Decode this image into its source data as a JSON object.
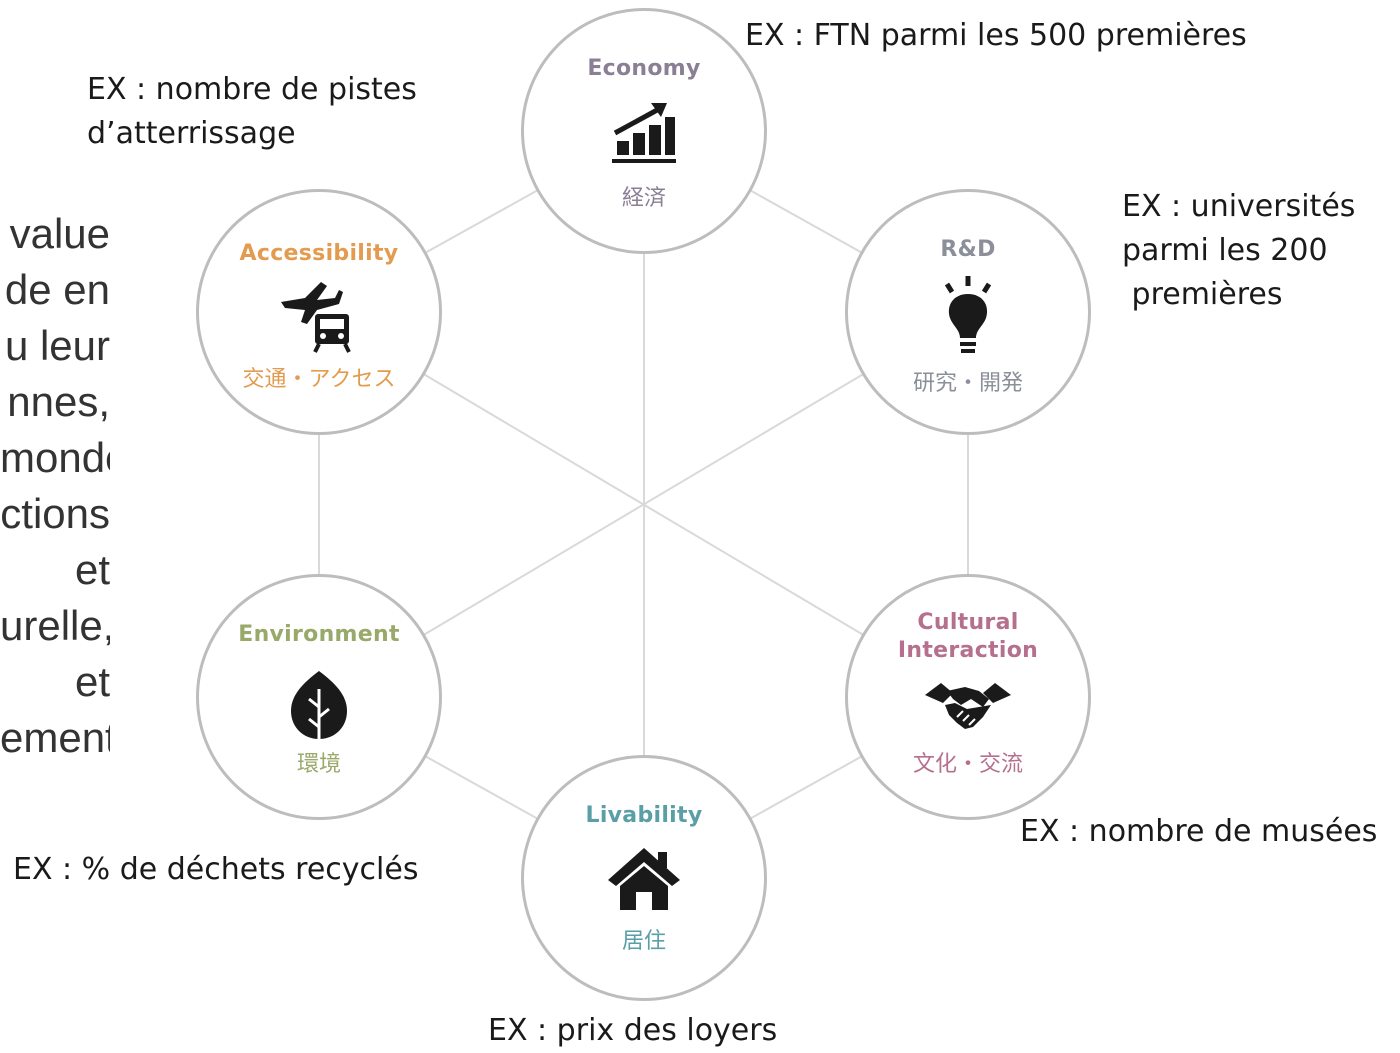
{
  "left_paragraph": {
    "lines": [
      "value",
      "de en",
      "u leur",
      "nnes,",
      "monde",
      "ctions",
      "et",
      "urelle,",
      "et",
      "ement"
    ]
  },
  "nodes": {
    "economy": {
      "title": "Economy",
      "subtitle": "経済",
      "icon": "economy-chart-icon",
      "color": "#8a7f94"
    },
    "rnd": {
      "title": "R&D",
      "subtitle": "研究・開発",
      "icon": "lightbulb-icon",
      "color": "#8a8f9a"
    },
    "cultural": {
      "title": "Cultural\nInteraction",
      "title_line1": "Cultural",
      "title_line2": "Interaction",
      "subtitle": "文化・交流",
      "icon": "handshake-icon",
      "color": "#b5708e"
    },
    "livability": {
      "title": "Livability",
      "subtitle": "居住",
      "icon": "house-icon",
      "color": "#5a9ea6"
    },
    "environment": {
      "title": "Environment",
      "subtitle": "環境",
      "icon": "leaf-icon",
      "color": "#98a96a"
    },
    "accessibility": {
      "title": "Accessibility",
      "subtitle": "交通・アクセス",
      "icon": "plane-train-icon",
      "color": "#e39c4f"
    }
  },
  "annotations": {
    "economy": "EX : FTN parmi les 500 premières",
    "accessibility_line1": "EX : nombre de pistes",
    "accessibility_line2": "d’atterrissage",
    "rnd_line1": "EX : universités",
    "rnd_line2": "parmi les 200",
    "rnd_line3": " premières",
    "cultural": "EX : nombre de musées",
    "environment": "EX : % de déchets recyclés",
    "livability": "EX : prix des loyers"
  },
  "colors": {
    "connector": "#d9d9d9",
    "circle_border": "#bdbdbd",
    "icon": "#1a1a1a"
  }
}
